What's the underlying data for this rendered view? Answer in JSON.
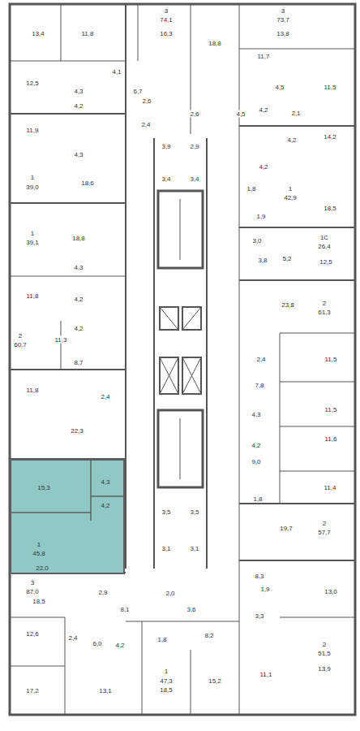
{
  "diagram": {
    "nodes": [
      {
        "text": [
          "15,3",
          "4,3",
          "4,2",
          "1",
          "45,8",
          "22,0"
        ]
      }
    ],
    "labels": [
      "13,4",
      "11,8",
      "3",
      "74,1",
      "16,3",
      "18,8",
      "11,7",
      "3",
      "73,7",
      "13,8",
      "4,1",
      "12,5",
      "4,5",
      "11,5",
      "4,3",
      "6,7",
      "2,6",
      "4,2",
      "4,2",
      "2,1",
      "2,6",
      "4,5",
      "2,4",
      "11,9",
      "4,2",
      "14,2",
      "3,9",
      "2,9",
      "4,3",
      "4,2",
      "1",
      "39,0",
      "18,6",
      "3,4",
      "3,4",
      "1,8",
      "1",
      "42,9",
      "18,5",
      "1,9",
      "1",
      "39,1",
      "18,8",
      "3,0",
      "1С",
      "26,4",
      "5,2",
      "3,8",
      "12,5",
      "4,3",
      "11,8",
      "4,2",
      "23,8",
      "2",
      "61,3",
      "4,2",
      "2",
      "60,7",
      "11,3",
      "2,4",
      "11,5",
      "8,7",
      "7,8",
      "11,8",
      "2,4",
      "11,5",
      "4,3",
      "22,3",
      "11,6",
      "4,2",
      "9,0",
      "11,4",
      "1,8",
      "3,5",
      "3,5",
      "2",
      "57,7",
      "19,7",
      "3,1",
      "3,1",
      "8,3",
      "3",
      "87,0",
      "2,9",
      "2,0",
      "1,9",
      "13,0",
      "18,5",
      "8,1",
      "3,6",
      "3,3",
      "12,6",
      "2,4",
      "1,8",
      "8,2",
      "6,0",
      "4,2",
      "2",
      "51,5",
      "13,9",
      "1",
      "11,1",
      "47,3",
      "15,2",
      "18,5",
      "17,2",
      "13,1"
    ]
  }
}
